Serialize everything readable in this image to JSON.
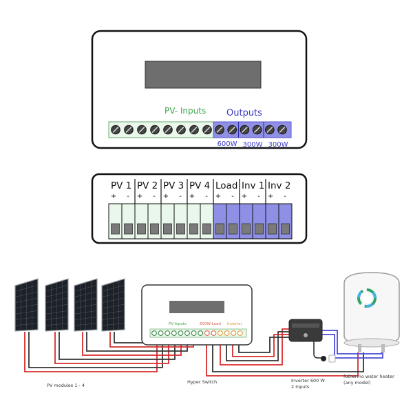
{
  "top_panel": {
    "pv_inputs_label": "PV- Inputs",
    "outputs_label": "Outputs",
    "output_ratings": [
      "600W",
      "300W",
      "300W"
    ],
    "pv_terminal_count": 8,
    "output_terminal_count": 6
  },
  "connector_block": {
    "groups": [
      {
        "label": "PV 1",
        "kind": "pv"
      },
      {
        "label": "PV 2",
        "kind": "pv"
      },
      {
        "label": "PV 3",
        "kind": "pv"
      },
      {
        "label": "PV 4",
        "kind": "pv"
      },
      {
        "label": "Load",
        "kind": "out"
      },
      {
        "label": "Inv 1",
        "kind": "out"
      },
      {
        "label": "Inv 2",
        "kind": "out"
      }
    ],
    "plus_sign": "+",
    "minus_sign": "-"
  },
  "system": {
    "switch_labels": {
      "pv": "PV-Inputs",
      "load": "600W-Load",
      "inverter": "Inverter"
    },
    "captions": {
      "pv_modules": "PV modules 1 - 4",
      "hyper_switch": "Hyper Switch",
      "inverter_line1": "Inverter 600 W",
      "inverter_line2": "2 inputs",
      "heater_line1": "fothermo water heater",
      "heater_line2": "(any model)"
    }
  },
  "colors": {
    "pv_green": "#e9f8ea",
    "pv_green_text": "#3ea84a",
    "output_blue": "#8f8fe6",
    "output_blue_text": "#3b3bc4",
    "display_gray": "#6e6e6e",
    "wire_red": "#d62b2b",
    "wire_black": "#333333",
    "wire_blue": "#4a4ad8",
    "load_red": "#e05a4a",
    "inverter_orange": "#e0932c"
  }
}
